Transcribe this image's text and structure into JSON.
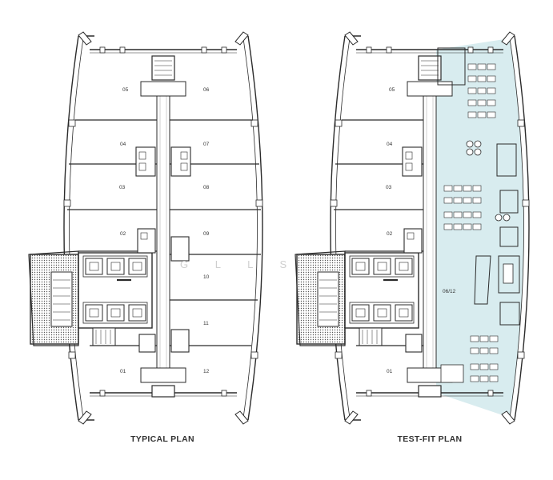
{
  "captions": {
    "left": "TYPICAL PLAN",
    "right": "TEST-FIT PLAN"
  },
  "watermark": "G L L S",
  "typical_units": [
    "05",
    "04",
    "03",
    "02",
    "01",
    "06",
    "07",
    "08",
    "09",
    "10",
    "11",
    "12"
  ],
  "testfit_units": [
    "05",
    "04",
    "03",
    "02",
    "01"
  ],
  "testfit_combined_label": "06/12",
  "colors": {
    "line": "#2b2b2b",
    "fill_highlight": "#d8ecef",
    "hatch": "#555555"
  }
}
